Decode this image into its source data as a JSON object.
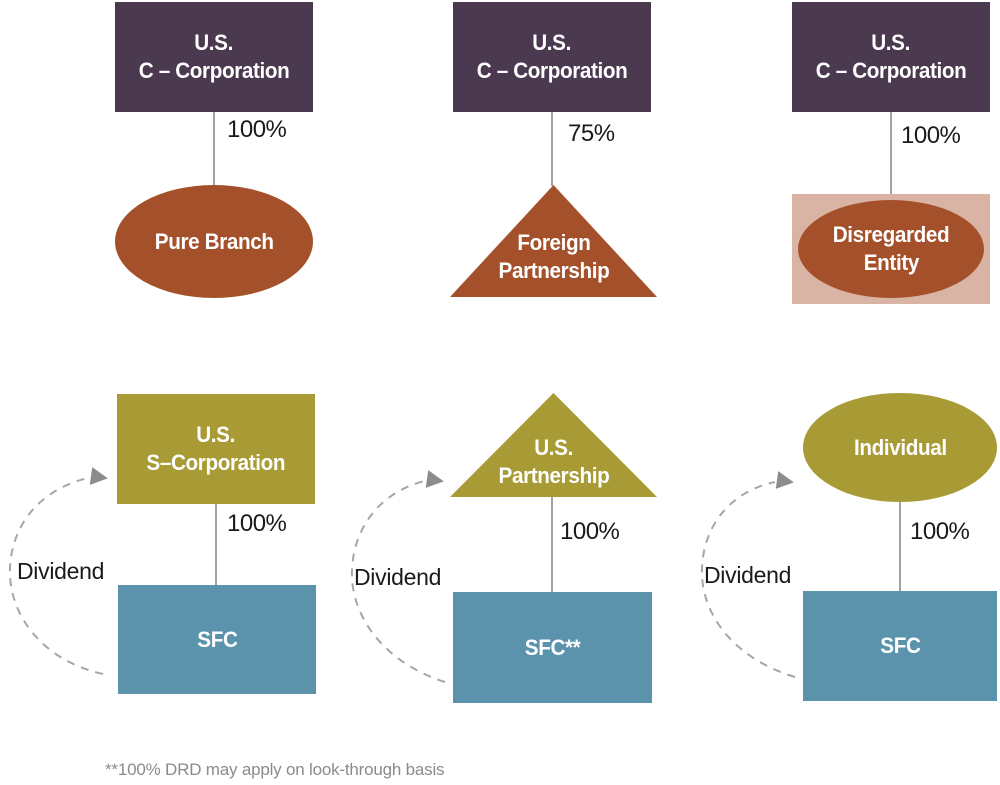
{
  "colors": {
    "corp-purple": "#4B3950",
    "foreign-rust": "#A4512B",
    "pass-through-olive": "#A89B35",
    "sfc-blue": "#5B93AD",
    "disregarded-pink": "#D9B4A4",
    "connector-gray": "#8A8A8A",
    "arc-gray": "#A6A6A6",
    "arrow-gray": "#8C8C8C",
    "text-dark": "#1A1A1A",
    "footnote-gray": "#8B8B8B"
  },
  "top_row": [
    {
      "parent": {
        "lines": [
          "U.S.",
          "C – Corporation"
        ]
      },
      "ownership": "100%",
      "child": {
        "lines": [
          "Pure Branch"
        ],
        "shape": "ellipse"
      }
    },
    {
      "parent": {
        "lines": [
          "U.S.",
          "C – Corporation"
        ]
      },
      "ownership": "75%",
      "child": {
        "lines": [
          "Foreign",
          "Partnership"
        ],
        "shape": "triangle"
      }
    },
    {
      "parent": {
        "lines": [
          "U.S.",
          "C – Corporation"
        ]
      },
      "ownership": "100%",
      "child": {
        "lines": [
          "Disregarded",
          "Entity"
        ],
        "shape": "ellipse-on-rectangle"
      }
    }
  ],
  "bottom_row": [
    {
      "owner": {
        "lines": [
          "U.S.",
          "S–Corporation"
        ],
        "shape": "rectangle"
      },
      "ownership": "100%",
      "subsidiary": {
        "lines": [
          "SFC"
        ]
      },
      "flow_label": "Dividend"
    },
    {
      "owner": {
        "lines": [
          "U.S.",
          "Partnership"
        ],
        "shape": "triangle"
      },
      "ownership": "100%",
      "subsidiary": {
        "lines": [
          "SFC**"
        ]
      },
      "flow_label": "Dividend"
    },
    {
      "owner": {
        "lines": [
          "Individual"
        ],
        "shape": "ellipse"
      },
      "ownership": "100%",
      "subsidiary": {
        "lines": [
          "SFC"
        ]
      },
      "flow_label": "Dividend"
    }
  ],
  "footnote": "**100% DRD may apply on look-through basis"
}
